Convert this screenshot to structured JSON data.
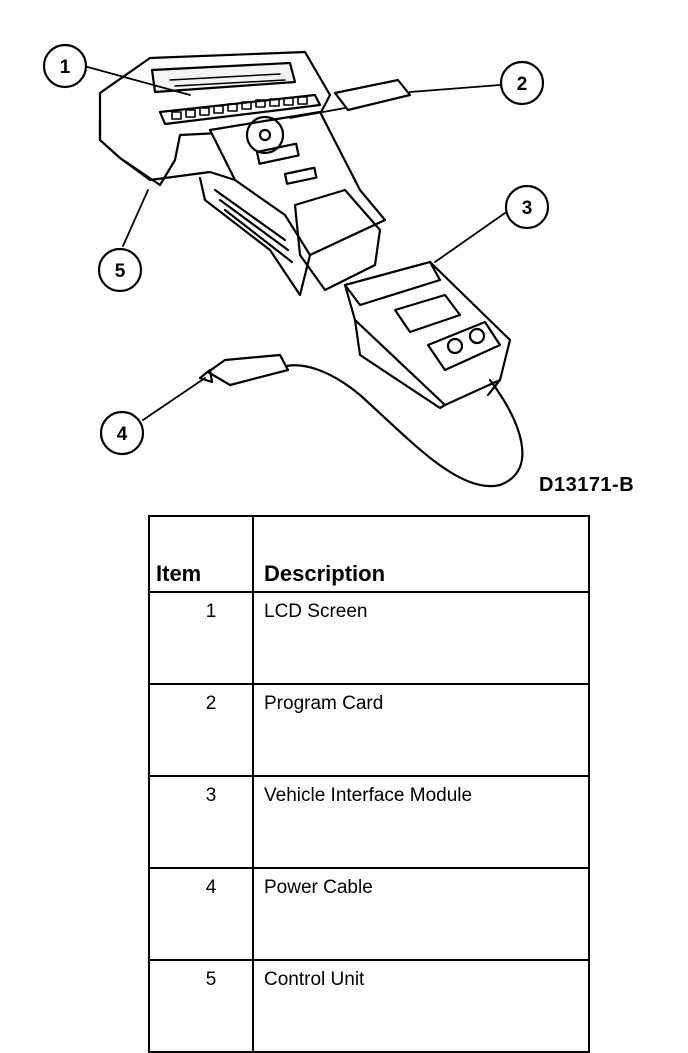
{
  "figure": {
    "callouts": [
      "1",
      "2",
      "3",
      "4",
      "5"
    ],
    "figure_id": "D13171-B"
  },
  "table": {
    "headers": {
      "item": "Item",
      "description": "Description"
    },
    "rows": [
      {
        "item": "1",
        "description": "LCD Screen"
      },
      {
        "item": "2",
        "description": "Program Card"
      },
      {
        "item": "3",
        "description": "Vehicle Interface Module"
      },
      {
        "item": "4",
        "description": "Power Cable"
      },
      {
        "item": "5",
        "description": "Control Unit"
      }
    ]
  }
}
